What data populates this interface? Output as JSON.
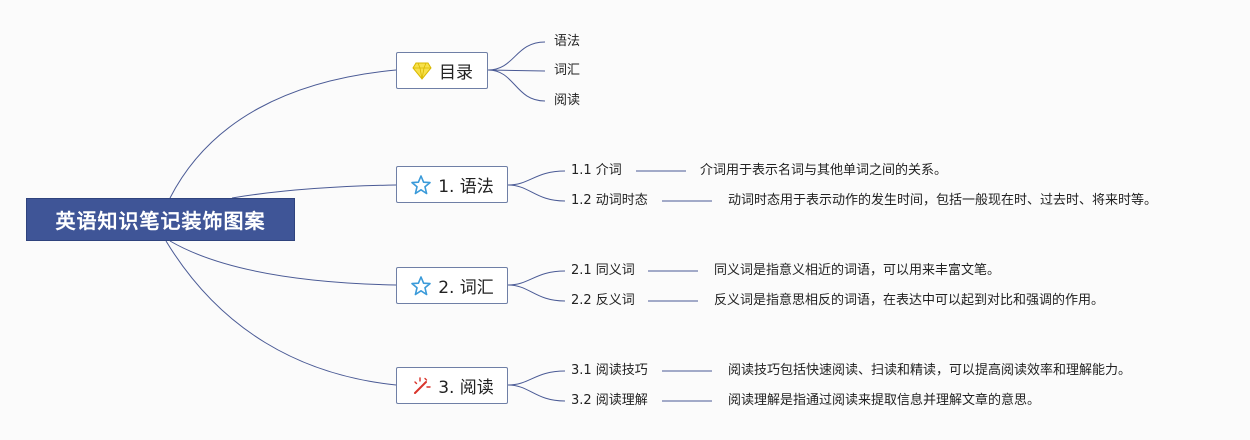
{
  "root": {
    "label": "英语知识笔记装饰图案"
  },
  "branches": [
    {
      "label": "目录",
      "icon": "gem-icon",
      "icon_color": "#f2d21b",
      "children": [
        {
          "label": "语法"
        },
        {
          "label": "词汇"
        },
        {
          "label": "阅读"
        }
      ]
    },
    {
      "label": "1. 语法",
      "icon": "star-icon",
      "icon_color": "#3a9ad9",
      "children": [
        {
          "label": "1.1 介词",
          "description": "介词用于表示名词与其他单词之间的关系。"
        },
        {
          "label": "1.2 动词时态",
          "description": "动词时态用于表示动作的发生时间，包括一般现在时、过去时、将来时等。"
        }
      ]
    },
    {
      "label": "2. 词汇",
      "icon": "star-icon",
      "icon_color": "#3a9ad9",
      "children": [
        {
          "label": "2.1 同义词",
          "description": "同义词是指意义相近的词语，可以用来丰富文笔。"
        },
        {
          "label": "2.2 反义词",
          "description": "反义词是指意思相反的词语，在表达中可以起到对比和强调的作用。"
        }
      ]
    },
    {
      "label": "3. 阅读",
      "icon": "magic-wand-icon",
      "icon_color": "#d9342b",
      "children": [
        {
          "label": "3.1 阅读技巧",
          "description": "阅读技巧包括快速阅读、扫读和精读，可以提高阅读效率和理解能力。"
        },
        {
          "label": "3.2 阅读理解",
          "description": "阅读理解是指通过阅读来提取信息并理解文章的意思。"
        }
      ]
    }
  ],
  "colors": {
    "connector": "#4a5a95",
    "root_fill": "#3f5597"
  }
}
